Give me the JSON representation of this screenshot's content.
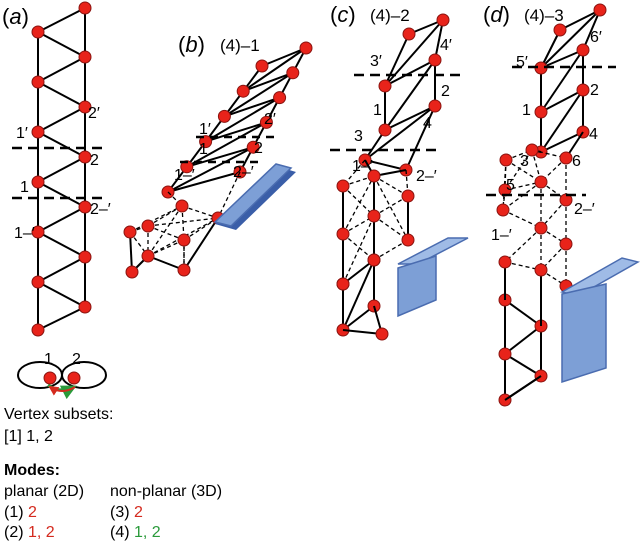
{
  "panels": {
    "a": {
      "letter": "a"
    },
    "b": {
      "letter": "b",
      "title": "(4)–1"
    },
    "c": {
      "letter": "c",
      "title": "(4)–2"
    },
    "d": {
      "letter": "d",
      "title": "(4)–3"
    }
  },
  "node_labels": {
    "a": [
      "2′",
      "1′",
      "2",
      "1",
      "2–′",
      "1–′"
    ],
    "b": [
      "2′",
      "1′",
      "2",
      "1",
      "2–′",
      "1–′"
    ],
    "c": [
      "4′",
      "3′",
      "2",
      "1",
      "4",
      "3",
      "2–′",
      "1–′"
    ],
    "d": [
      "6′",
      "5′",
      "2",
      "1",
      "4",
      "3",
      "6",
      "5",
      "2–′",
      "1–′"
    ]
  },
  "mini_graph": {
    "vertex1": "1",
    "vertex2": "2"
  },
  "legend": {
    "vertex_subsets_title": "Vertex subsets:",
    "subset_index": "[1]",
    "subset_values": "1, 2",
    "modes_title": "Modes:",
    "planar_title": "planar (2D)",
    "nonplanar_title": "non-planar (3D)",
    "mode1_index": "(1)",
    "mode1_values": "2",
    "mode2_index": "(2)",
    "mode2_values": "1, 2",
    "mode3_index": "(3)",
    "mode3_values": "2",
    "mode4_index": "(4)",
    "mode4_values": "1, 2"
  },
  "colors": {
    "node_fill": "#e8231a",
    "plate_fill": "#7d9fd6",
    "mode_red": "#d42a1e",
    "mode_green": "#2a9a3a"
  }
}
